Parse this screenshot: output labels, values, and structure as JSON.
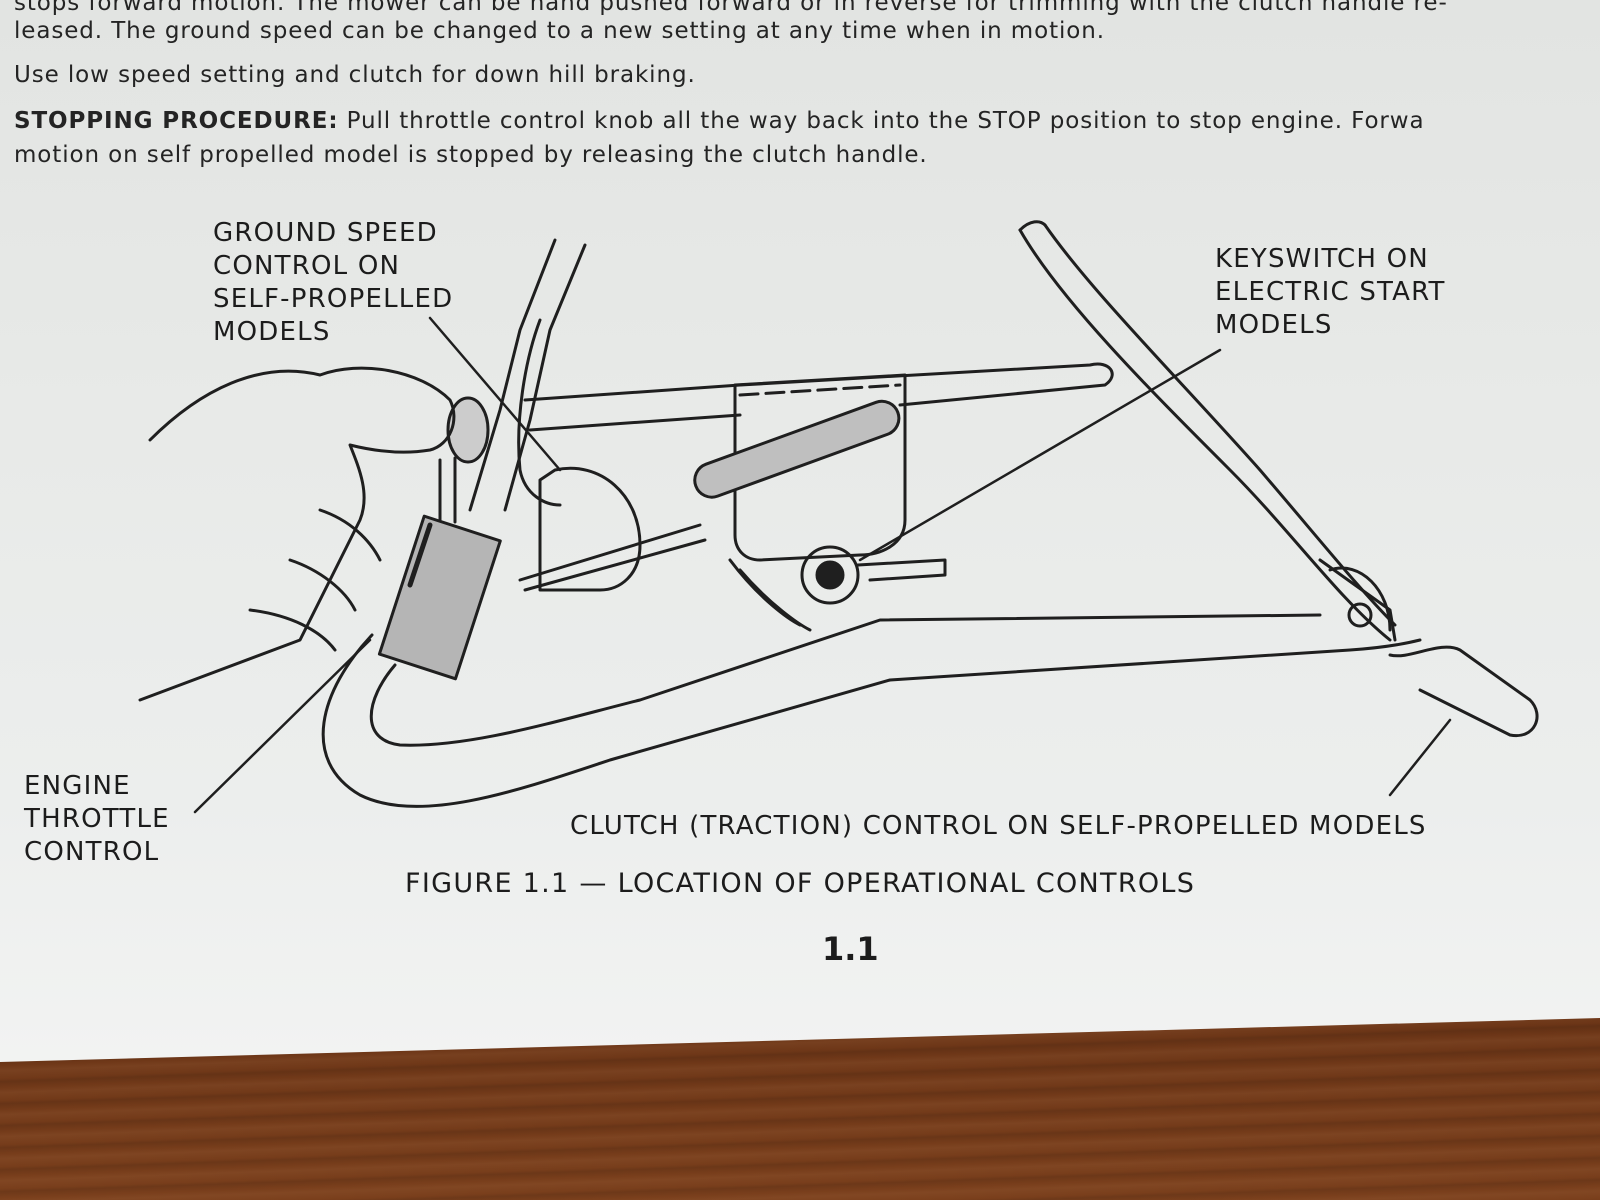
{
  "document": {
    "body_lines": [
      "stops forward motion. The mower can be hand pushed forward or in reverse for trimming with the clutch handle re-",
      "leased. The ground speed can be changed to a new setting at any time when in motion.",
      "Use low speed setting and clutch for down hill braking.",
      "",
      "motion on self propelled model is stopped by releasing the clutch handle."
    ],
    "stopping_heading": "STOPPING PROCEDURE:",
    "stopping_text": " Pull throttle control knob all the way back into the STOP position to stop engine. Forwa",
    "labels": {
      "ground_speed": [
        "GROUND SPEED",
        "CONTROL ON",
        "SELF-PROPELLED",
        "MODELS"
      ],
      "keyswitch": [
        "KEYSWITCH ON",
        "ELECTRIC START",
        "MODELS"
      ],
      "engine_throttle": [
        "ENGINE",
        "THROTTLE",
        "CONTROL"
      ],
      "clutch": "CLUTCH (TRACTION) CONTROL ON SELF-PROPELLED MODELS"
    },
    "figure_caption": "FIGURE 1.1 — LOCATION OF OPERATIONAL CONTROLS",
    "page_number": "1.1"
  }
}
